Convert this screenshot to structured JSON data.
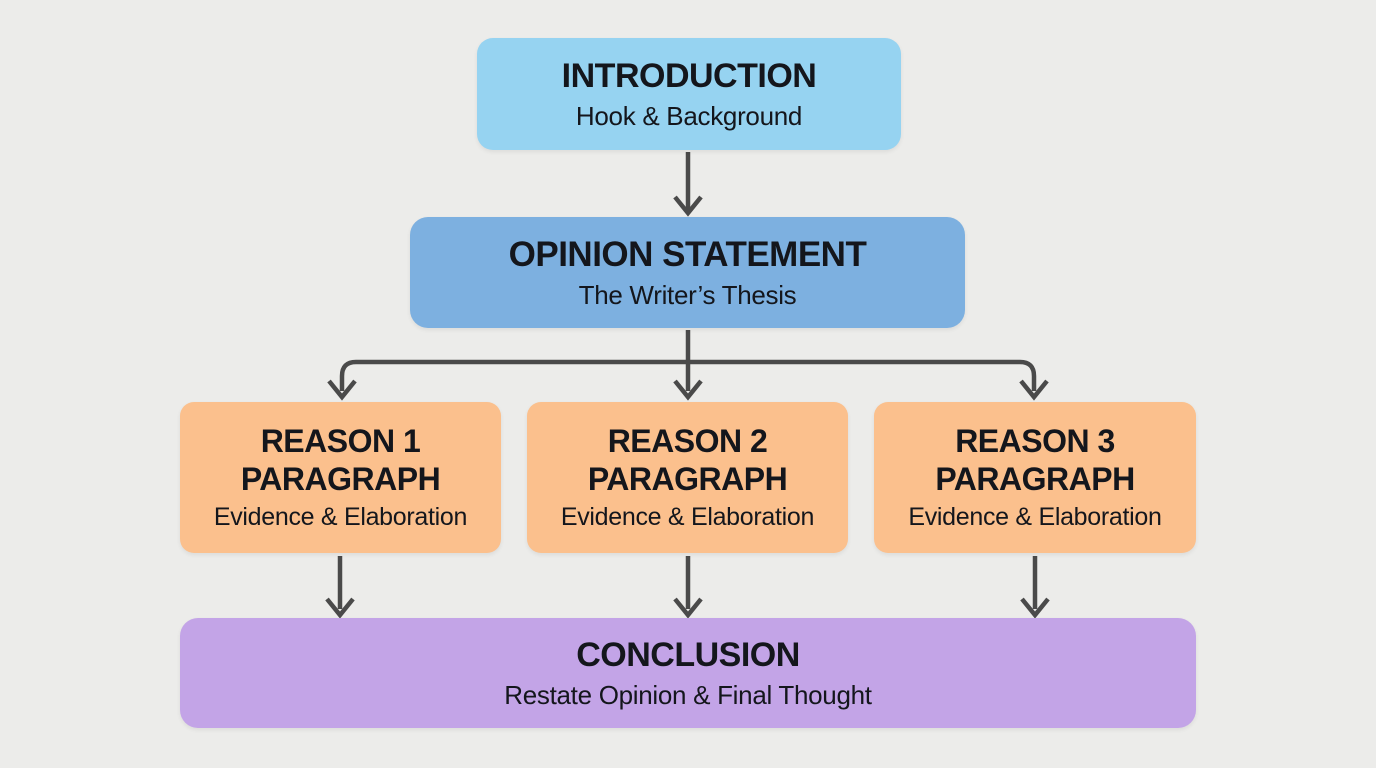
{
  "colors": {
    "background": "#ececea",
    "intro-bg": "#96d3f1",
    "opinion-bg": "#7db0e0",
    "reason-bg": "#fbc08d",
    "conclusion-bg": "#c3a4e7",
    "arrow": "#4a4a4a",
    "text": "#14161c"
  },
  "diagram": {
    "intro": {
      "title": "INTRODUCTION",
      "subtitle": "Hook & Background"
    },
    "opinion": {
      "title": "OPINION STATEMENT",
      "subtitle": "The Writer’s Thesis"
    },
    "reasons": [
      {
        "title_line1": "REASON 1",
        "title_line2": "PARAGRAPH",
        "subtitle": "Evidence & Elaboration"
      },
      {
        "title_line1": "REASON 2",
        "title_line2": "PARAGRAPH",
        "subtitle": "Evidence & Elaboration"
      },
      {
        "title_line1": "REASON 3",
        "title_line2": "PARAGRAPH",
        "subtitle": "Evidence & Elaboration"
      }
    ],
    "conclusion": {
      "title": "CONCLUSION",
      "subtitle": "Restate Opinion & Final Thought"
    }
  }
}
